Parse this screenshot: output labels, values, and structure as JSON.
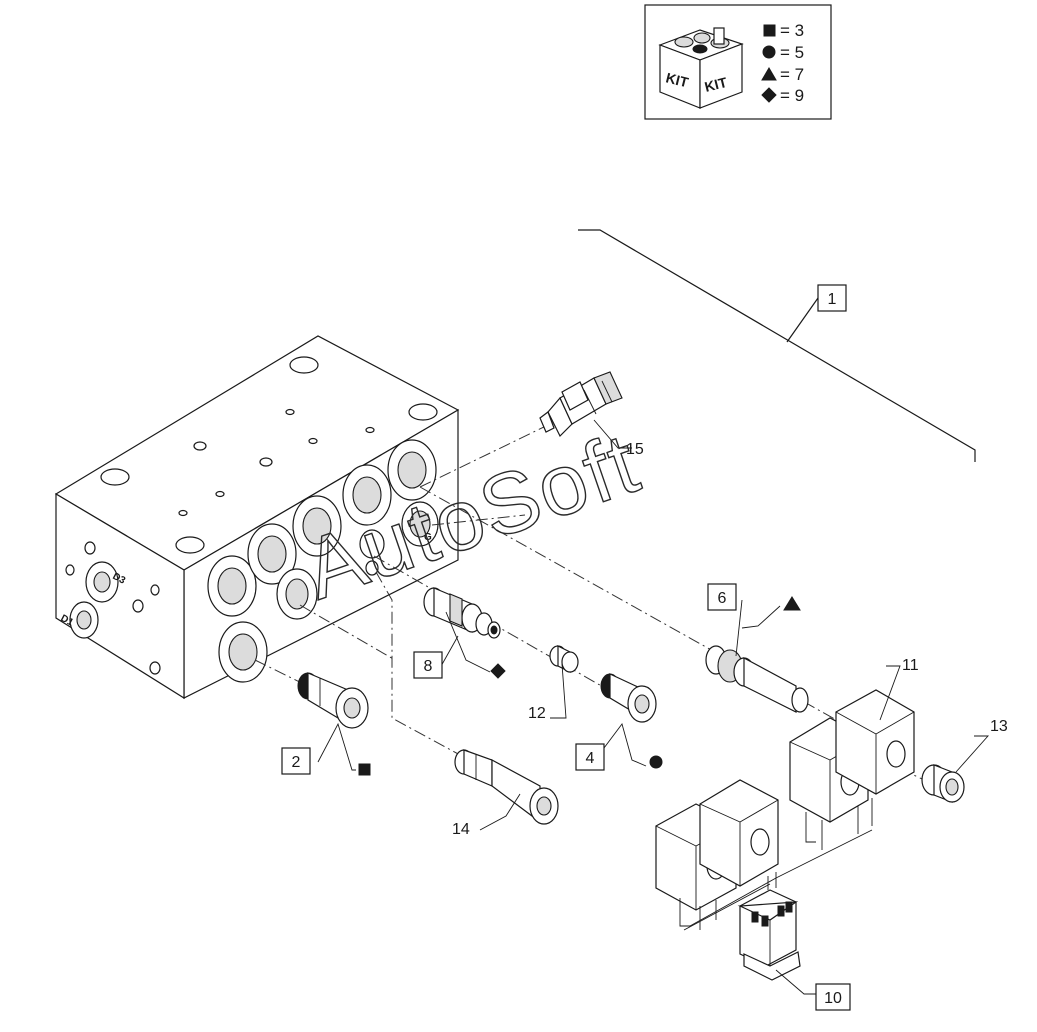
{
  "kit_legend": {
    "label_left": "KIT",
    "label_right": "KIT",
    "entries": [
      {
        "symbol": "square",
        "value": "= 3"
      },
      {
        "symbol": "circle",
        "value": "= 5"
      },
      {
        "symbol": "triangle",
        "value": "= 7"
      },
      {
        "symbol": "diamond",
        "value": "= 9"
      }
    ]
  },
  "ports": {
    "d1": "D1",
    "d3": "D3",
    "g": "G"
  },
  "callouts": {
    "c1": "1",
    "c2": "2",
    "c4": "4",
    "c6": "6",
    "c8": "8",
    "c10": "10",
    "c11": "11",
    "c12": "12",
    "c13": "13",
    "c14": "14",
    "c15": "15"
  },
  "watermark": "AutoSoft",
  "colors": {
    "line": "#1a1a1a",
    "background": "#ffffff",
    "shade": "#dcdcdc"
  }
}
